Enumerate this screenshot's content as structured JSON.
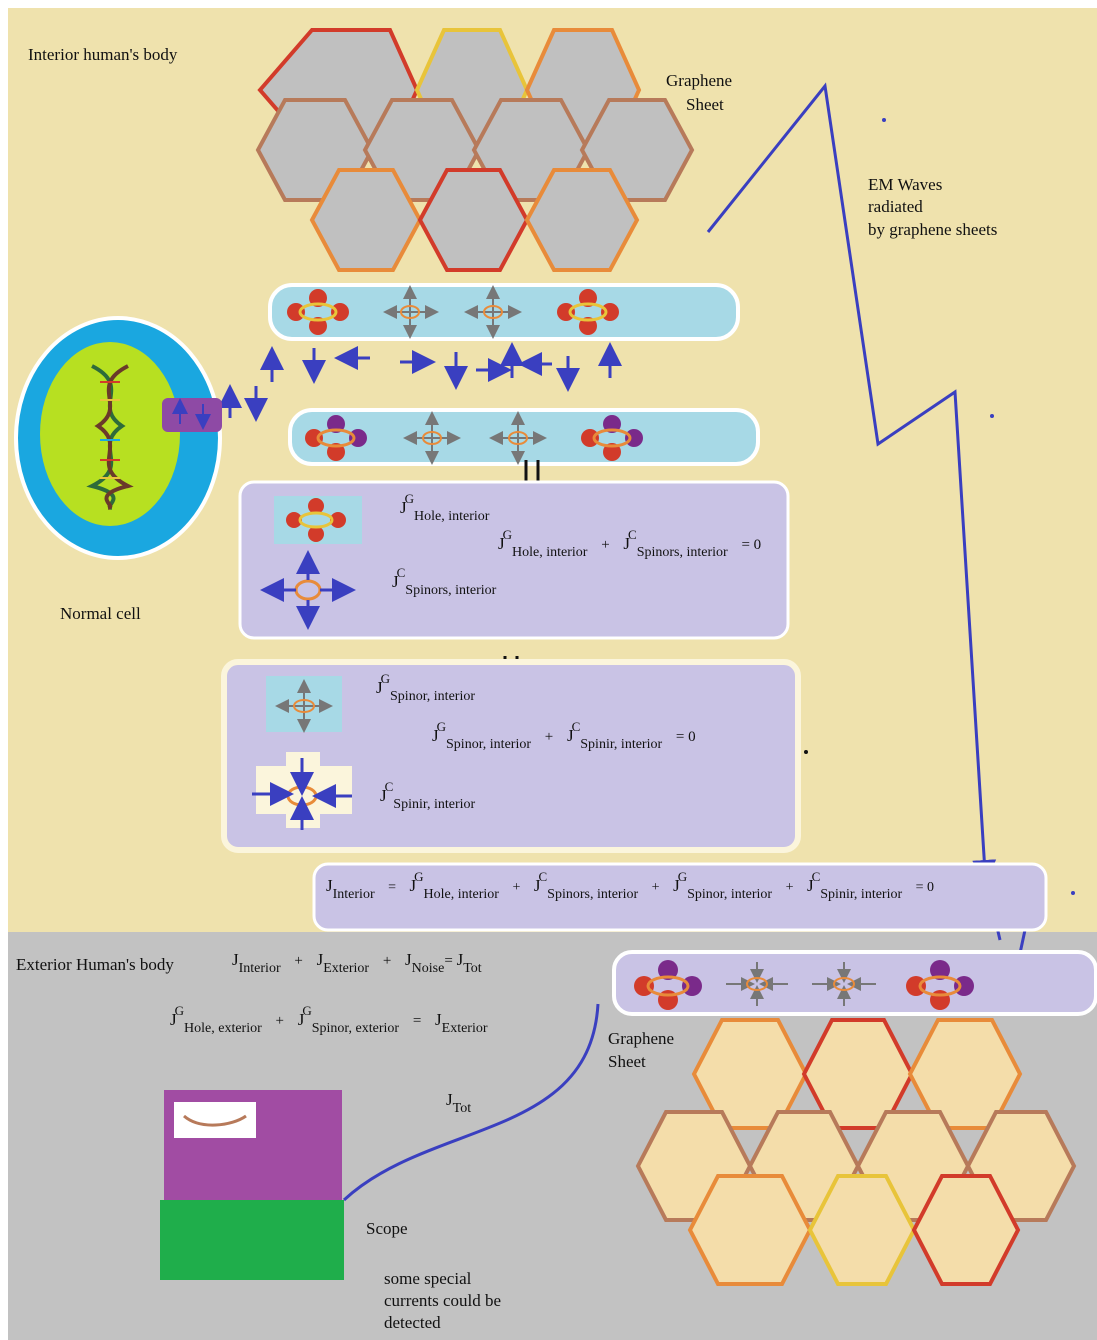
{
  "regions": {
    "interior_label": "Interior human's body",
    "exterior_label": "Exterior Human's body"
  },
  "labels": {
    "graphene_top_line1": "Graphene",
    "graphene_top_line2": "Sheet",
    "em_line1": "EM Waves",
    "em_line2": "radiated",
    "em_line3": "by graphene sheets",
    "normal_cell": "Normal cell",
    "graphene_bottom_line1": "Graphene",
    "graphene_bottom_line2": "Sheet",
    "scope": "Scope",
    "special_line1": "some special",
    "special_line2": "currents could be",
    "special_line3": "detected"
  },
  "box1": {
    "j_hole_sup": "G",
    "j_hole_sub": "Hole, interior",
    "eq_a_sup": "G",
    "eq_a_sub": "Hole, interior",
    "eq_b_sup": "C",
    "eq_b_sub": "Spinors, interior",
    "eq_rhs": "= 0",
    "j_spin_sup": "C",
    "j_spin_sub": "Spinors, interior"
  },
  "box2": {
    "j_a_sup": "G",
    "j_a_sub": "Spinor, interior",
    "eq_a_sup": "G",
    "eq_a_sub": "Spinor, interior",
    "eq_b_sup": "C",
    "eq_b_sub": "Spinir, interior",
    "eq_rhs": "= 0",
    "j_b_sup": "C",
    "j_b_sub": "Spinir, interior"
  },
  "box3": {
    "lhs_sub": "Interior",
    "t1_sup": "G",
    "t1_sub": "Hole, interior",
    "t2_sup": "C",
    "t2_sub": "Spinors, interior",
    "t3_sup": "G",
    "t3_sub": "Spinor, interior",
    "t4_sup": "C",
    "t4_sub": "Spinir, interior",
    "rhs": "= 0"
  },
  "exterior_eq1": {
    "a_sub": "Interior",
    "b_sub": "Exterior",
    "c_sub": "Noise",
    "d_sub": "Tot"
  },
  "exterior_eq2": {
    "a_sup": "G",
    "a_sub": "Hole, exterior",
    "b_sup": "G",
    "b_sub": "Spinor, exterior",
    "c_sub": "Exterior"
  },
  "jtot": {
    "sub": "Tot"
  },
  "symbols": {
    "J": "J",
    "plus": "+",
    "equals": "="
  },
  "colors": {
    "interior_bg": "#efe2ad",
    "exterior_bg": "#c2c2c2",
    "box_lavender": "#c9c3e5",
    "strip_cyan": "#a7d9e6",
    "arrow_blue": "#3a3fc0",
    "hex_grey": "#c0c0c0",
    "hex_cream": "#f4ddaa",
    "scope_purple": "#a14ca3",
    "scope_green": "#1fae4b"
  }
}
